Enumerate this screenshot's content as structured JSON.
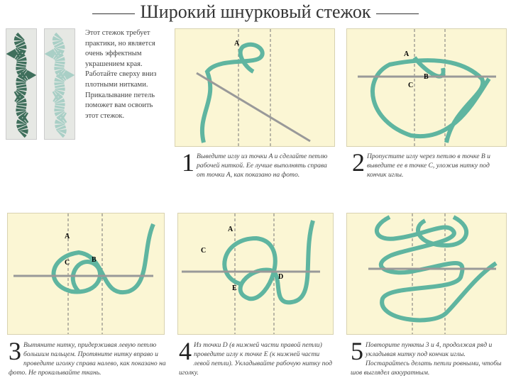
{
  "title": "Широкий шнурковый стежок",
  "intro": "Этот стежок требует практики, но является очень эффектным украшением края. Работайте сверху вниз плотными нитками. Прикалывание петель поможет вам освоить этот стежок.",
  "colors": {
    "thread": "#5fb5a0",
    "panel": "#fbf6d4"
  },
  "steps": [
    {
      "num": "1",
      "text": "Выведите иглу из точки A и сделайте петлю рабочей ниткой. Ее лучше выполнять справа от точки A, как показано на фото.",
      "labels": [
        "A"
      ]
    },
    {
      "num": "2",
      "text": "Пропустите иглу через петлю в точке B и выведите ее в точке C, уложив нитку под кончик иглы.",
      "labels": [
        "A",
        "B",
        "C"
      ]
    },
    {
      "num": "3",
      "text": "Вытяните нитку, придерживая левую петлю большим пальцем. Протяните нитку вправо и проведите иголку справа налево, как показано на фото. Не прокалывайте ткань.",
      "labels": [
        "A",
        "C",
        "B"
      ]
    },
    {
      "num": "4",
      "text": "Из точки D (в нижней части правой петли) проведите иглу к точке E (к нижней части левой петли). Укладывайте рабочую нитку под иголку.",
      "labels": [
        "A",
        "C",
        "D",
        "E"
      ]
    },
    {
      "num": "5",
      "text": "Повторите пункты 3 и 4, продолжая ряд и укладывая нитку под кончик иглы. Постарайтесь делать петли ровными, чтобы шов выглядел аккуратным.",
      "labels": []
    }
  ]
}
